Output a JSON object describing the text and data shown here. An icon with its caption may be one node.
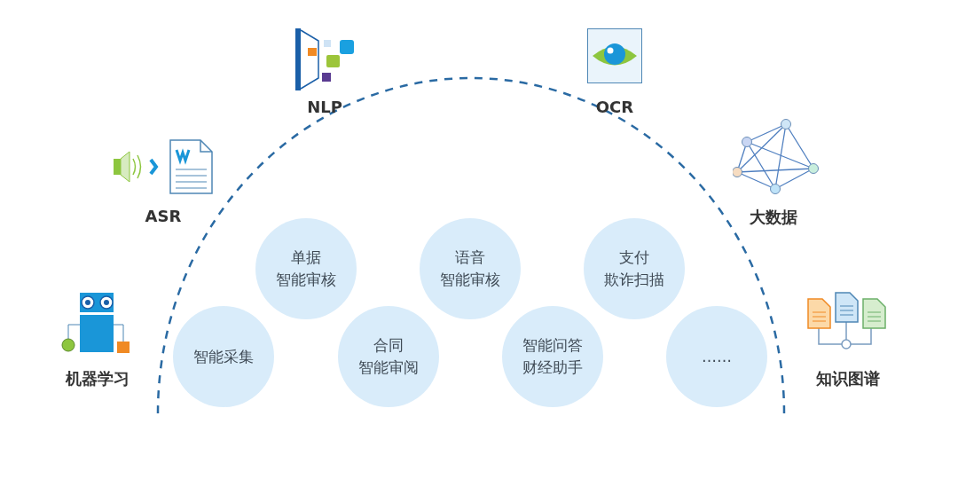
{
  "diagram": {
    "nodes": [
      {
        "text": [
          "智能采集"
        ]
      },
      {
        "text": [
          "单据智能审核"
        ]
      },
      {
        "text": [
          "合同智能审阅"
        ]
      },
      {
        "text": [
          "语音智能审核"
        ]
      },
      {
        "text": [
          "智能问答财经助手"
        ]
      },
      {
        "text": [
          "支付欺诈扫描"
        ]
      },
      {
        "text": [
          "……"
        ]
      }
    ],
    "edges": [],
    "labels": [
      "NLP",
      "OCR",
      "ASR",
      "大数据",
      "机器学习",
      "知识图谱"
    ]
  }
}
